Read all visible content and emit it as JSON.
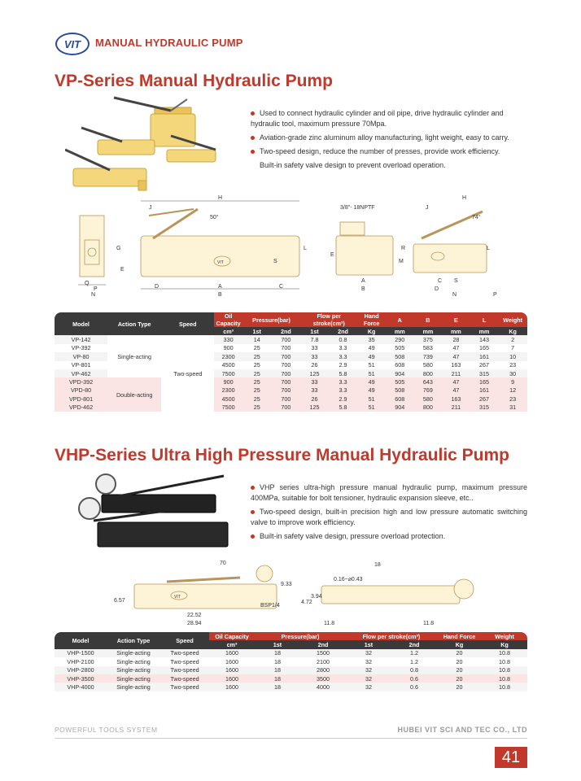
{
  "header": {
    "logo_text": "VIT",
    "brand_title": "MANUAL HYDRAULIC PUMP"
  },
  "vp": {
    "title": "VP-Series Manual Hydraulic Pump",
    "bullets": [
      "Used to connect hydraulic cylinder and oil pipe, drive hydraulic cylinder and hydraulic tool, maximum pressure 70Mpa.",
      "Aviation-grade zinc aluminum alloy manufacturing, light weight, easy to carry.",
      "Two-speed design, reduce the number of presses, provide work efficiency.",
      "Built-in safety valve design to prevent overload operation."
    ],
    "drawing_labels": {
      "H": "H",
      "J": "J",
      "angle1": "50°",
      "L": "L",
      "G": "G",
      "E": "E",
      "Q": "Q",
      "P": "P",
      "N": "N",
      "D": "D",
      "A": "A",
      "B": "B",
      "S": "S",
      "C": "C",
      "port": "3/8\"-\n18NPTF",
      "M": "M",
      "R": "R",
      "angle2": "74°",
      "logo": "VIT"
    },
    "table": {
      "headers": [
        "Model",
        "Action Type",
        "Speed",
        "Oil Capacity",
        "Pressure(bar)",
        "Flow per stroke(cm³)",
        "Hand Force",
        "A",
        "B",
        "E",
        "L",
        "Weight"
      ],
      "subheaders": [
        "cm³",
        "1st",
        "2nd",
        "1st",
        "2nd",
        "Kg",
        "mm",
        "mm",
        "mm",
        "mm",
        "Kg"
      ],
      "action_single": "Single-acting",
      "action_double": "Double-acting",
      "speed": "Two-speed",
      "rows": [
        [
          "VP-142",
          "330",
          "14",
          "700",
          "7.8",
          "0.8",
          "35",
          "290",
          "375",
          "28",
          "143",
          "2"
        ],
        [
          "VP-392",
          "900",
          "25",
          "700",
          "33",
          "3.3",
          "49",
          "505",
          "583",
          "47",
          "165",
          "7"
        ],
        [
          "VP-80",
          "2300",
          "25",
          "700",
          "33",
          "3.3",
          "49",
          "508",
          "739",
          "47",
          "161",
          "10"
        ],
        [
          "VP-801",
          "4500",
          "25",
          "700",
          "26",
          "2.9",
          "51",
          "608",
          "580",
          "163",
          "267",
          "23"
        ],
        [
          "VP-462",
          "7500",
          "25",
          "700",
          "125",
          "5.8",
          "51",
          "904",
          "800",
          "211",
          "315",
          "30"
        ],
        [
          "VPD-392",
          "900",
          "25",
          "700",
          "33",
          "3.3",
          "49",
          "505",
          "643",
          "47",
          "165",
          "9"
        ],
        [
          "VPD-80",
          "2300",
          "25",
          "700",
          "33",
          "3.3",
          "49",
          "508",
          "769",
          "47",
          "161",
          "12"
        ],
        [
          "VPD-801",
          "4500",
          "25",
          "700",
          "26",
          "2.9",
          "51",
          "608",
          "580",
          "163",
          "267",
          "23"
        ],
        [
          "VPD-462",
          "7500",
          "25",
          "700",
          "125",
          "5.8",
          "51",
          "904",
          "800",
          "211",
          "315",
          "31"
        ]
      ]
    }
  },
  "vhp": {
    "title": "VHP-Series Ultra High Pressure Manual Hydraulic Pump",
    "bullets": [
      "VHP series ultra-high pressure manual hydraulic pump, maximum pressure 400MPa, suitable for bolt tensioner, hydraulic expansion sleeve, etc..",
      "Two-speed design, built-in precision high and low pressure automatic switching valve to improve work efficiency.",
      "Built-in safety valve design, pressure overload protection."
    ],
    "drawing_labels": {
      "d1": "6.57",
      "d2": "9.33",
      "d3": "22.52",
      "d4": "28.94",
      "angle": "70",
      "port": "BSP1/4",
      "d5": "4.72",
      "d6": "3.94",
      "d7": "18",
      "d8": "0.16~⌀0.43",
      "d9": "11.8",
      "d10": "11.8",
      "logo": "VIT"
    },
    "table": {
      "headers": [
        "Model",
        "Action Type",
        "Speed",
        "Oil Capacity",
        "Pressure(bar)",
        "Flow per stroke(cm³)",
        "Hand Force",
        "Weight"
      ],
      "subheaders": [
        "cm³",
        "1st",
        "2nd",
        "1st",
        "2nd",
        "Kg",
        "Kg"
      ],
      "rows": [
        [
          "VHP-1500",
          "Single-acting",
          "Two-speed",
          "1600",
          "18",
          "1500",
          "32",
          "1.2",
          "20",
          "10.8"
        ],
        [
          "VHP-2100",
          "Single-acting",
          "Two-speed",
          "1600",
          "18",
          "2100",
          "32",
          "1.2",
          "20",
          "10.8"
        ],
        [
          "VHP-2800",
          "Single-acting",
          "Two-speed",
          "1600",
          "18",
          "2800",
          "32",
          "0.8",
          "20",
          "10.8"
        ],
        [
          "VHP-3500",
          "Single-acting",
          "Two-speed",
          "1600",
          "18",
          "3500",
          "32",
          "0.6",
          "20",
          "10.8"
        ],
        [
          "VHP-4000",
          "Single-acting",
          "Two-speed",
          "1600",
          "18",
          "4000",
          "32",
          "0.6",
          "20",
          "10.8"
        ]
      ]
    }
  },
  "footer": {
    "left": "POWERFUL TOOLS SYSTEM",
    "right": "HUBEI VIT SCI AND TEC CO., LTD",
    "page": "41"
  },
  "colors": {
    "accent": "#c0392b",
    "dark": "#3a3a3a",
    "pump_yellow": "#f3d77a",
    "pink_row": "#fbe4e4"
  }
}
